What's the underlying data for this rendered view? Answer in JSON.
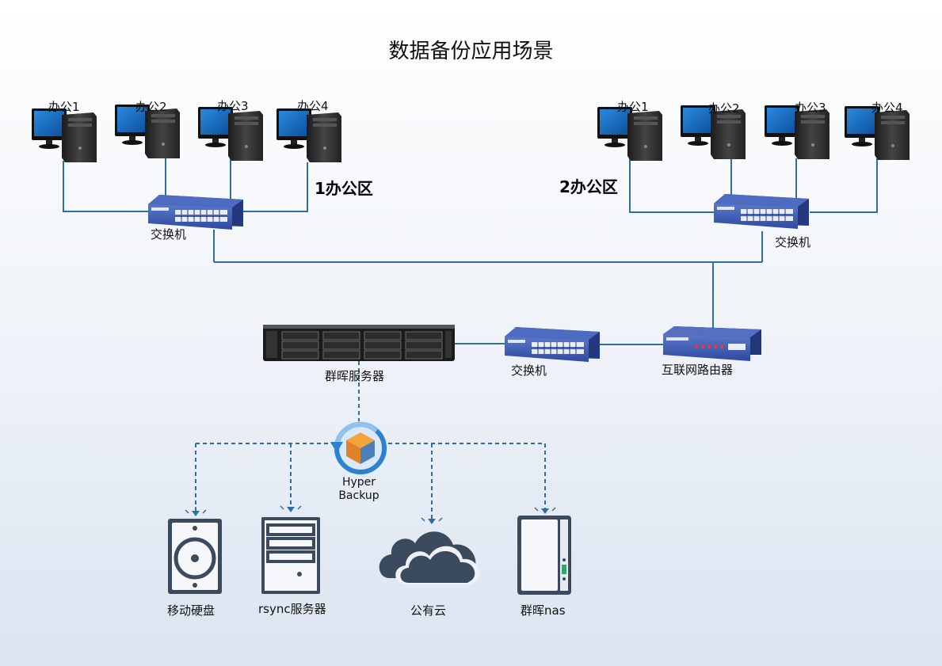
{
  "title": "数据备份应用场景",
  "zones": {
    "zone1": "1办公区",
    "zone2": "2办公区"
  },
  "office1": {
    "pcs": [
      "办公1",
      "办公2",
      "办公3",
      "办公4"
    ],
    "switch": "交换机"
  },
  "office2": {
    "pcs": [
      "办公1",
      "办公2",
      "办公3",
      "办公4"
    ],
    "switch": "交换机"
  },
  "core": {
    "server": "群晖服务器",
    "switch": "交换机",
    "router": "互联网路由器"
  },
  "hyper_backup": {
    "line1": "Hyper",
    "line2": "Backup"
  },
  "targets": [
    "移动硬盘",
    "rsync服务器",
    "公有云",
    "群晖nas"
  ],
  "colors": {
    "line": "#2f6ea0",
    "switch": "#2f4aa0",
    "router": "#2e4fa8",
    "device": "#3b4a5c",
    "monitor": "#1a6fbf"
  }
}
